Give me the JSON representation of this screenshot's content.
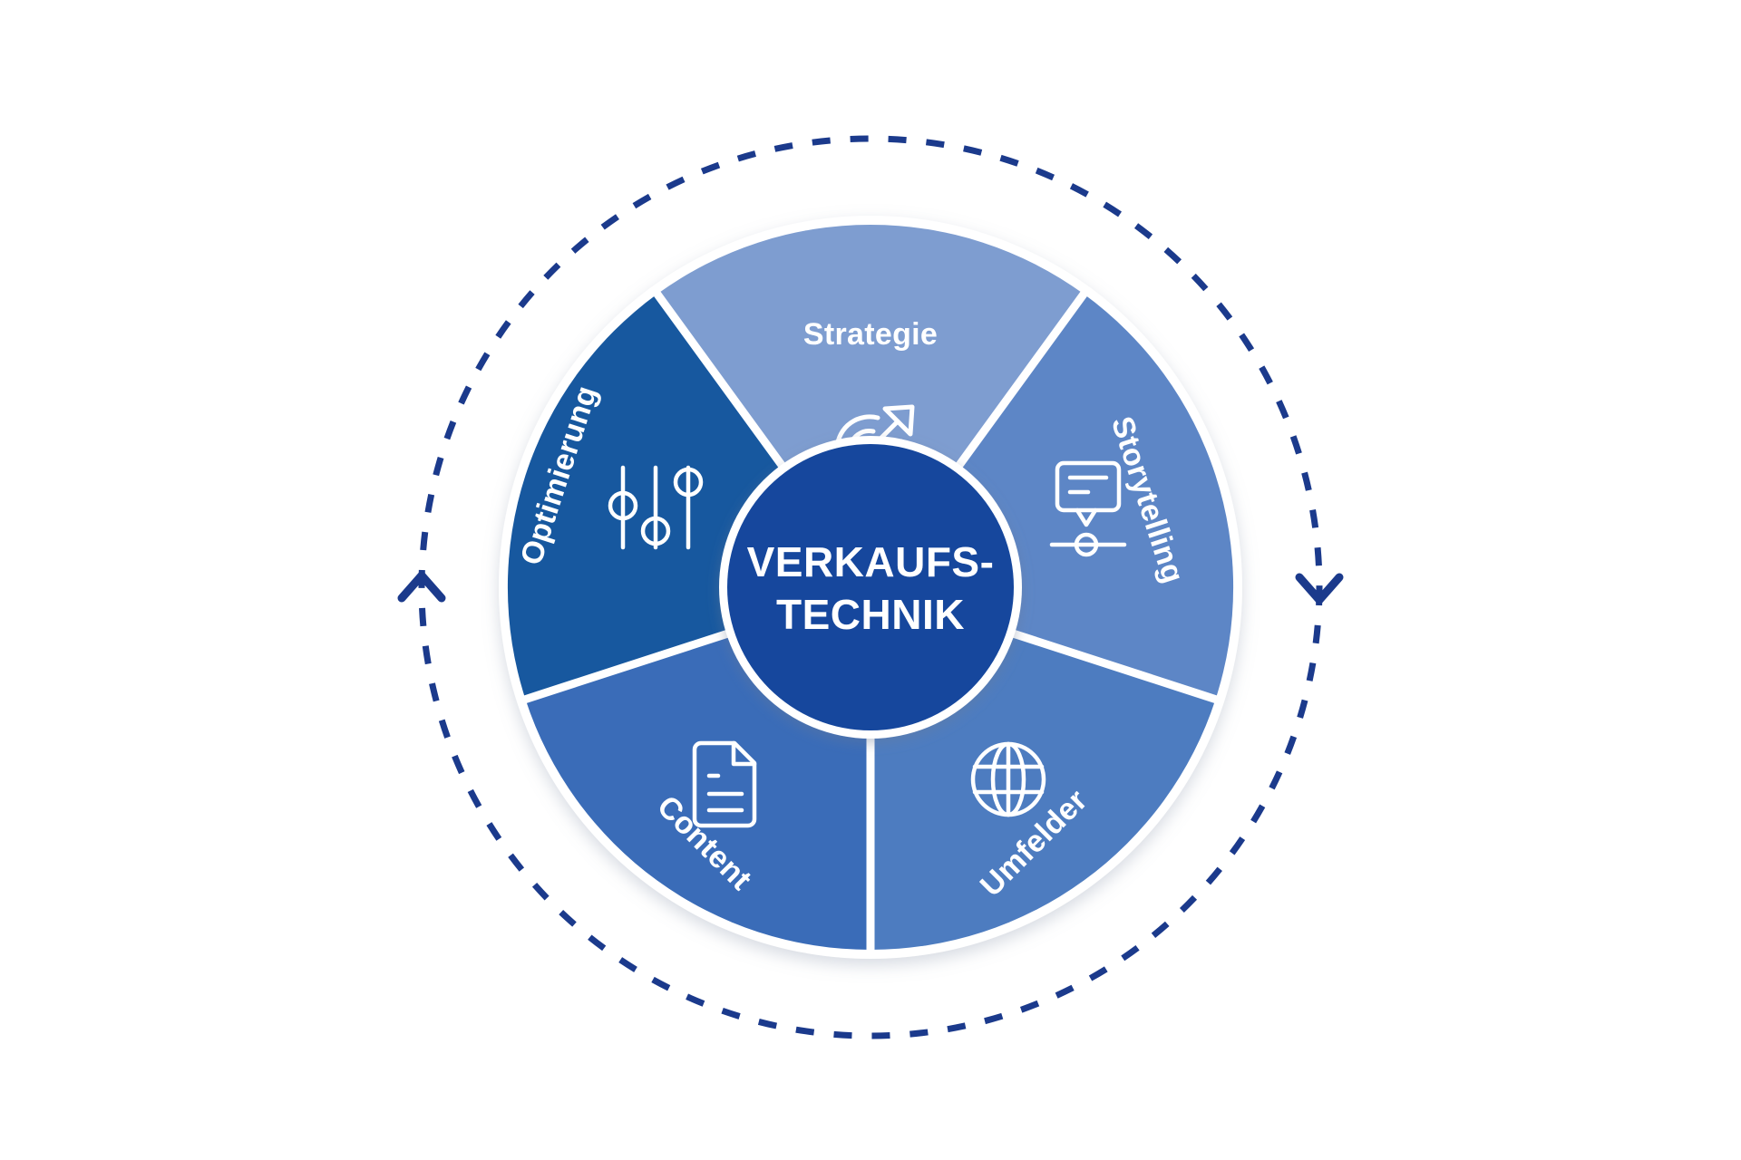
{
  "diagram": {
    "type": "circular-cycle-wheel",
    "center": {
      "line1": "VERKAUFS-",
      "line2": "TECHNIK",
      "color": "#12469d",
      "text_color": "#ffffff"
    },
    "outer_ring": {
      "style": "dashed-circle",
      "color": "#1b3a8c",
      "direction": "clockwise",
      "arrows": [
        {
          "name": "arrow-left-up",
          "glyph": "chevron-up"
        },
        {
          "name": "arrow-right-down",
          "glyph": "chevron-down"
        }
      ]
    },
    "segments": [
      {
        "id": "strategie",
        "label": "Strategie",
        "color": "#7e9dd0",
        "icon": "target-arrow-icon",
        "order": 1
      },
      {
        "id": "storytelling",
        "label": "Storytelling",
        "color": "#5d86c6",
        "icon": "speech-bubble-slider-icon",
        "order": 2
      },
      {
        "id": "umfelder",
        "label": "Umfelder",
        "color": "#4d7cc0",
        "icon": "globe-icon",
        "order": 3
      },
      {
        "id": "content",
        "label": "Content",
        "color": "#3a6cb8",
        "icon": "document-lines-icon",
        "order": 4
      },
      {
        "id": "optimierung",
        "label": "Optimierung",
        "color": "#17589f",
        "icon": "sliders-icon",
        "order": 5
      }
    ],
    "palette": {
      "background": "#ffffff",
      "divider": "#ffffff",
      "shadow": "#d9dde4"
    }
  }
}
